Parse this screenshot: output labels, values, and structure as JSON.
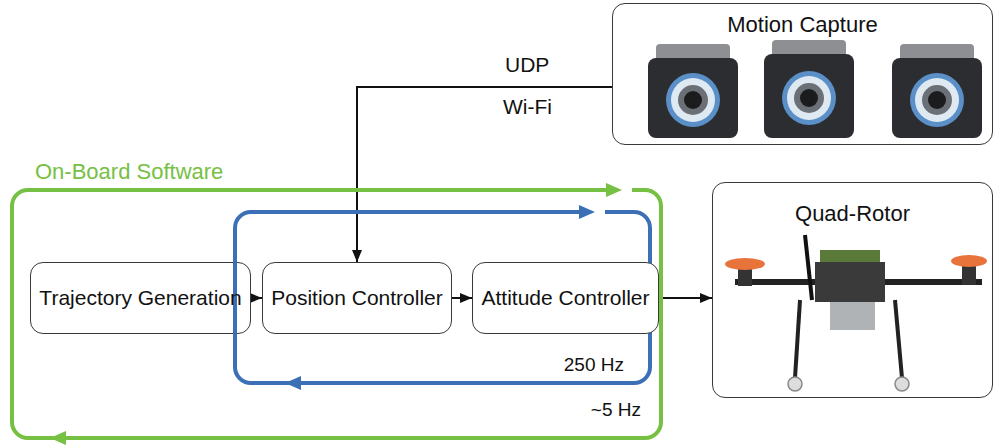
{
  "diagram": {
    "nodes": [
      {
        "text": [
          "Motion Capture"
        ]
      },
      {
        "text": [
          "On-Board Software",
          "~5 Hz"
        ]
      },
      {
        "text": [
          "Trajectory Generation"
        ],
        "in": 1
      },
      {
        "text": [
          "250 Hz"
        ],
        "in": 1
      },
      {
        "text": [
          "Position Controller"
        ],
        "in": 3
      },
      {
        "text": [
          "Attitude Controller"
        ],
        "in": 3
      },
      {
        "text": [
          "Quad-Rotor"
        ]
      }
    ],
    "edges": [
      {
        "from": 0,
        "to": 4,
        "arrow": "to"
      },
      {
        "from": 2,
        "to": 4,
        "arrow": "to"
      },
      {
        "from": 4,
        "to": 5,
        "arrow": "to"
      },
      {
        "from": 5,
        "to": 6,
        "arrow": "to"
      }
    ],
    "labels": [
      "UDP",
      "Wi-Fi"
    ]
  }
}
